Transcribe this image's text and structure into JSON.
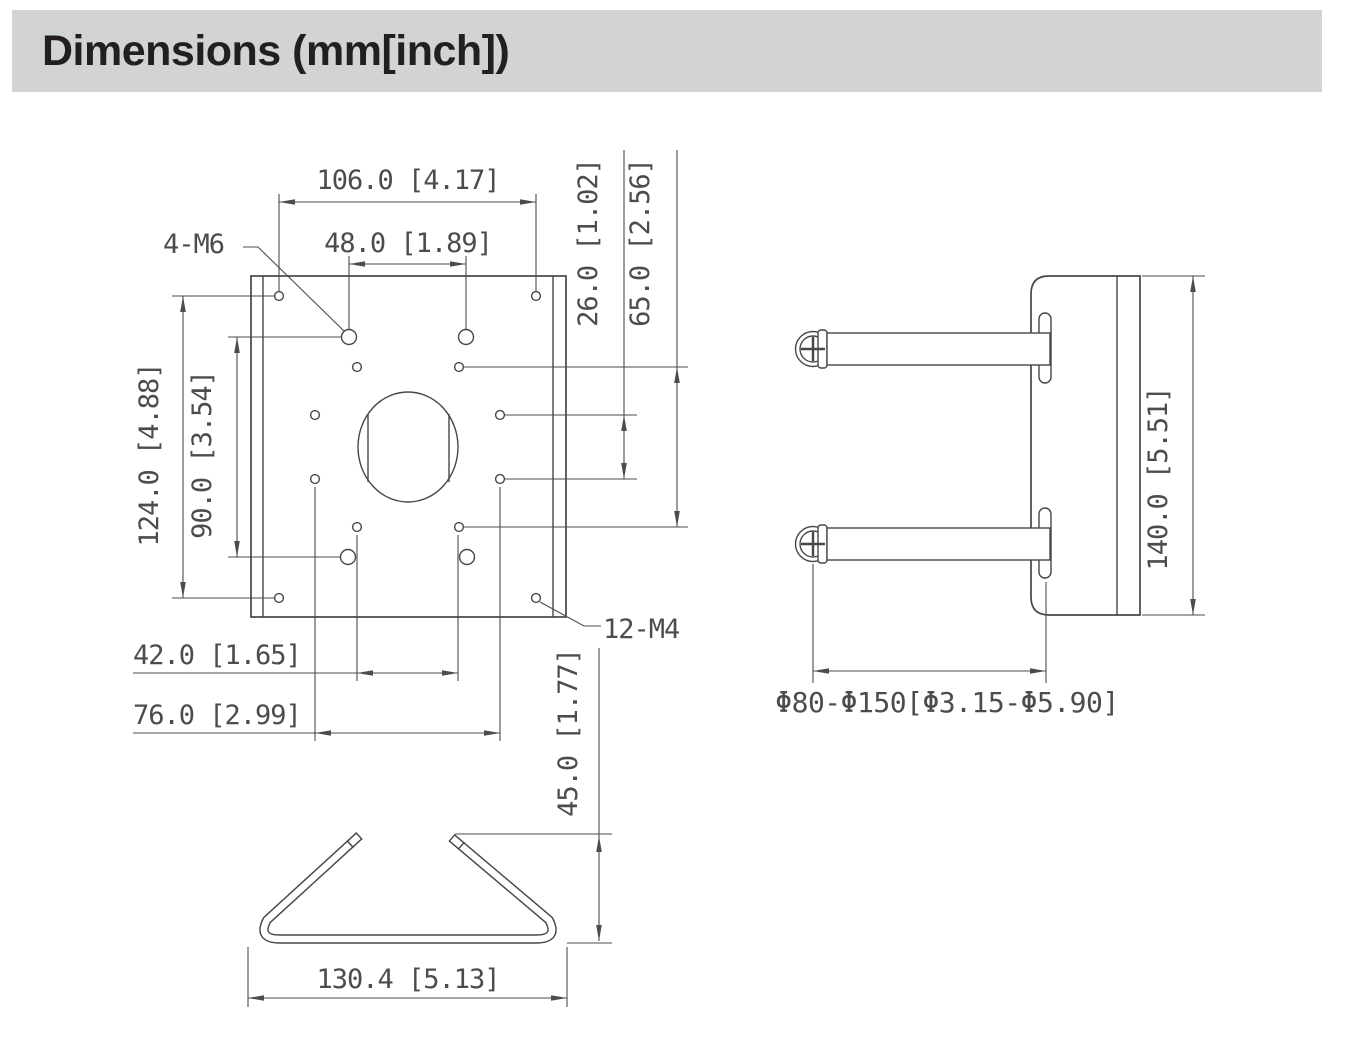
{
  "header": {
    "title": "Dimensions (mm[inch])",
    "bg_color": "#d2d3d5",
    "text_color": "#231f20"
  },
  "drawing": {
    "line_color": "#45474a",
    "front_view": {
      "dim_106": "106.0 [4.17]",
      "dim_48": "48.0 [1.89]",
      "dim_26": "26.0 [1.02]",
      "dim_65": "65.0 [2.56]",
      "dim_124": "124.0 [4.88]",
      "dim_90": "90.0 [3.54]",
      "dim_42": "42.0 [1.65]",
      "dim_76": "76.0 [2.99]",
      "label_m6": "4-M6",
      "label_m4": "12-M4"
    },
    "strap_view": {
      "dim_45": "45.0 [1.77]",
      "dim_130": "130.4 [5.13]"
    },
    "side_view": {
      "dim_140": "140.0 [5.51]",
      "dim_pole": "Φ80-Φ150[Φ3.15-Φ5.90]"
    }
  }
}
